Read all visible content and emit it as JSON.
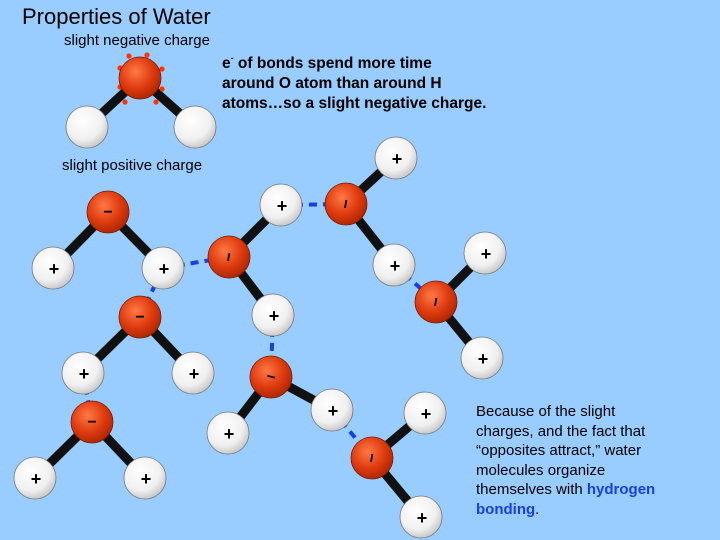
{
  "title": "Properties of Water",
  "labels": {
    "negative": "slight negative charge",
    "positive": "slight positive charge"
  },
  "explanation": {
    "superscript_symbol": "e",
    "superscript": "-",
    "line1_rest": " of bonds spend more time",
    "line2": "around O atom than around H",
    "line3": "atoms…so a slight negative charge."
  },
  "caption": {
    "line1": "Because of the slight",
    "line2": "charges, and the fact that",
    "line3": "“opposites attract,” water",
    "line4": "molecules organize",
    "line5_prefix": "themselves with ",
    "line5_highlight": "hydrogen",
    "line6_highlight": "bonding",
    "line6_suffix": "."
  },
  "symbols": {
    "plus": "+",
    "minus": "−"
  },
  "colors": {
    "background": "#99ccff",
    "oxygen": "#e03c10",
    "hydrogen": "#f4f4f4",
    "bond": "#111111",
    "hydrogen_bond": "#1a3fe0",
    "electron_dots": "#ff3300",
    "highlight_text": "#1a3fe0"
  }
}
